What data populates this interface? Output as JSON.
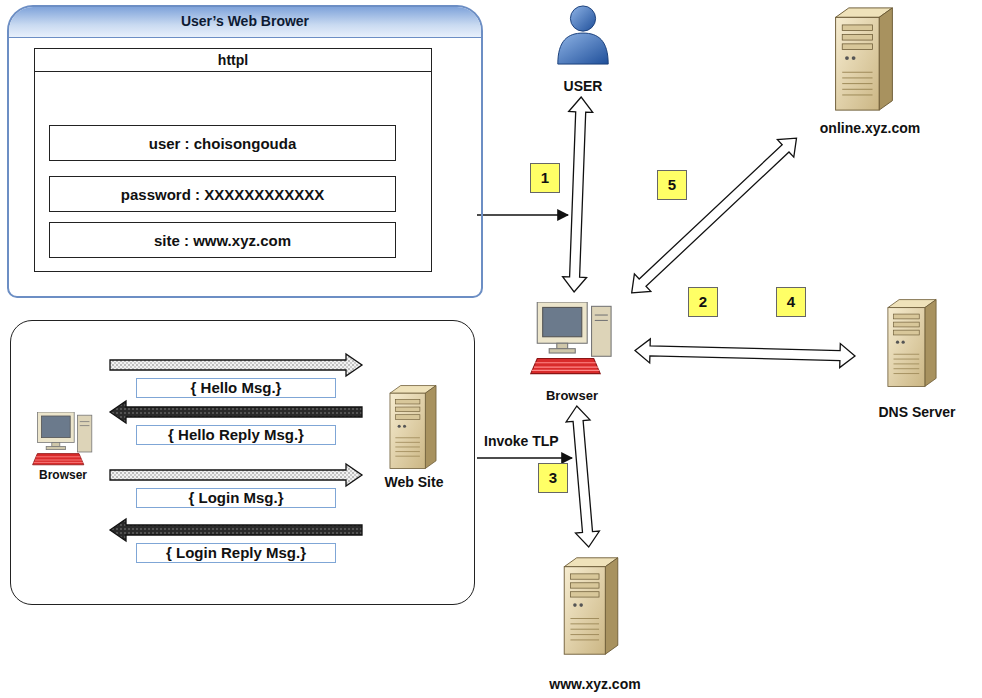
{
  "diagram": {
    "nodes": [
      {
        "text": [
          "User’s Web Brower"
        ]
      },
      {
        "text": [
          "httpl"
        ],
        "in": 0
      },
      {
        "text": [
          "user : choisongouda"
        ],
        "in": 1
      },
      {
        "text": [
          "password : XXXXXXXXXXXX"
        ],
        "in": 1
      },
      {
        "text": [
          "site : www.xyz.com"
        ],
        "in": 1
      },
      {
        "text": [
          "USER"
        ]
      },
      {
        "text": [
          "online.xyz.com"
        ]
      },
      {
        "text": [
          "Browser"
        ]
      },
      {
        "text": [
          "DNS Server"
        ]
      },
      {
        "text": []
      },
      {
        "text": [
          "Browser"
        ],
        "in": 9
      },
      {
        "text": [
          "Web Site"
        ],
        "in": 9
      },
      {
        "text": [
          "www.xyz.com"
        ]
      }
    ],
    "edges": [
      {
        "from": 5,
        "to": 7,
        "arrow": "both"
      },
      {
        "from": 7,
        "to": 6,
        "arrow": "both"
      },
      {
        "from": 7,
        "to": 8,
        "arrow": "both"
      },
      {
        "from": 7,
        "to": 12,
        "arrow": "both"
      },
      {
        "from": 10,
        "to": 11,
        "label": "{ Hello Msg.}",
        "arrow": "to"
      },
      {
        "from": 11,
        "to": 10,
        "label": "{ Hello Reply Msg.}",
        "arrow": "to"
      },
      {
        "from": 10,
        "to": 11,
        "label": "{ Login Msg.}",
        "arrow": "to"
      },
      {
        "from": 11,
        "to": 10,
        "label": "{ Login Reply Msg.}",
        "arrow": "to"
      }
    ],
    "labels": [
      "1",
      "2",
      "3",
      "4",
      "5",
      "Invoke TLP"
    ]
  }
}
